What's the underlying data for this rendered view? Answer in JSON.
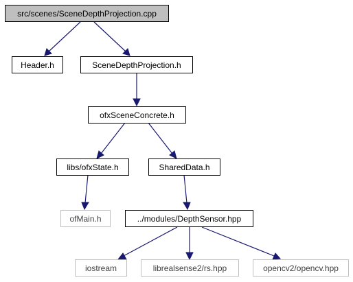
{
  "colors": {
    "root_fill": "#bfbfbf",
    "node_fill": "#ffffff",
    "node_border": "#000000",
    "external_border": "#bfbfbf",
    "external_text": "#404040",
    "edge": "#191970"
  },
  "nodes": {
    "root": "src/scenes/SceneDepthProjection.cpp",
    "header": "Header.h",
    "scene_depth_projection": "SceneDepthProjection.h",
    "ofx_scene_concrete": "ofxSceneConcrete.h",
    "ofx_state": "libs/ofxState.h",
    "shared_data": "SharedData.h",
    "of_main": "ofMain.h",
    "depth_sensor": "../modules/DepthSensor.hpp",
    "iostream": "iostream",
    "librealsense": "librealsense2/rs.hpp",
    "opencv": "opencv2/opencv.hpp"
  }
}
